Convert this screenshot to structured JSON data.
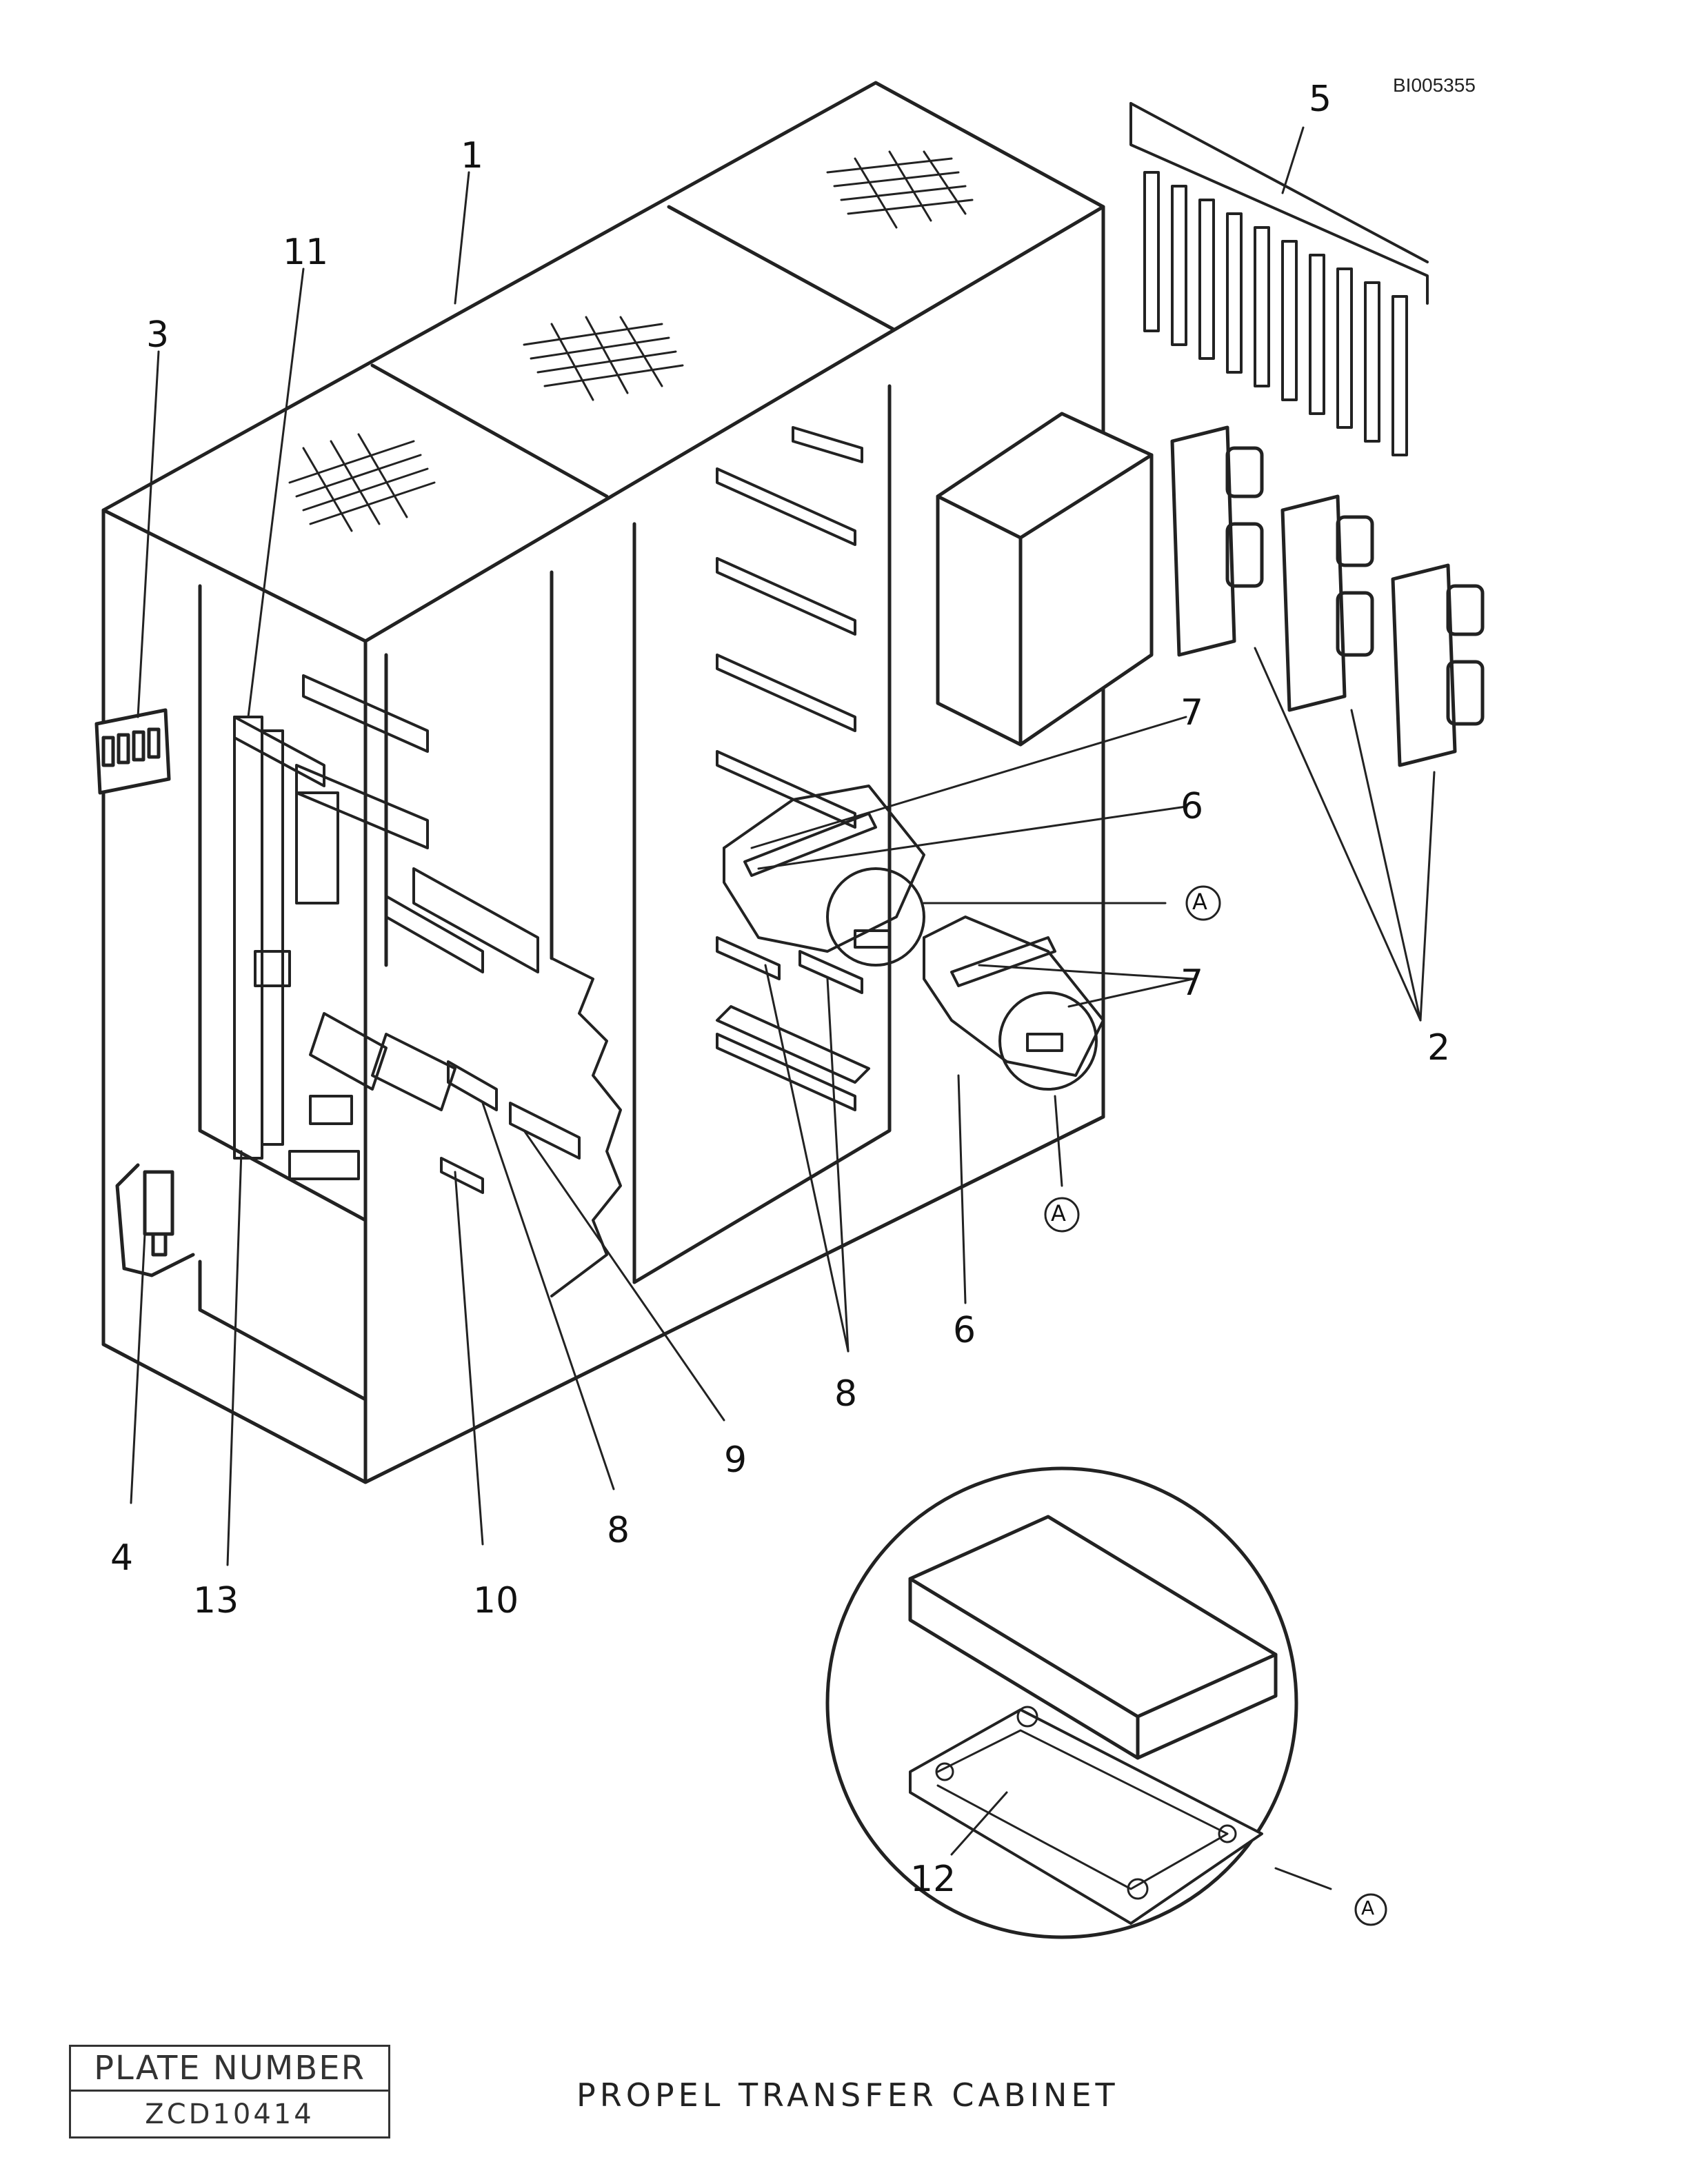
{
  "document": {
    "doc_id": "BI005355",
    "caption": "PROPEL TRANSFER CABINET",
    "plate_title": "PLATE NUMBER",
    "plate_number": "ZCD10414"
  },
  "callouts": {
    "c1": "1",
    "c2": "2",
    "c3": "3",
    "c4": "4",
    "c5": "5",
    "c6a": "6",
    "c6b": "6",
    "c7a": "7",
    "c7b": "7",
    "c8a": "8",
    "c8b": "8",
    "c9": "9",
    "c10": "10",
    "c11": "11",
    "c12": "12",
    "c13": "13",
    "cA1": "A",
    "cA2": "A",
    "cA3": "A"
  }
}
